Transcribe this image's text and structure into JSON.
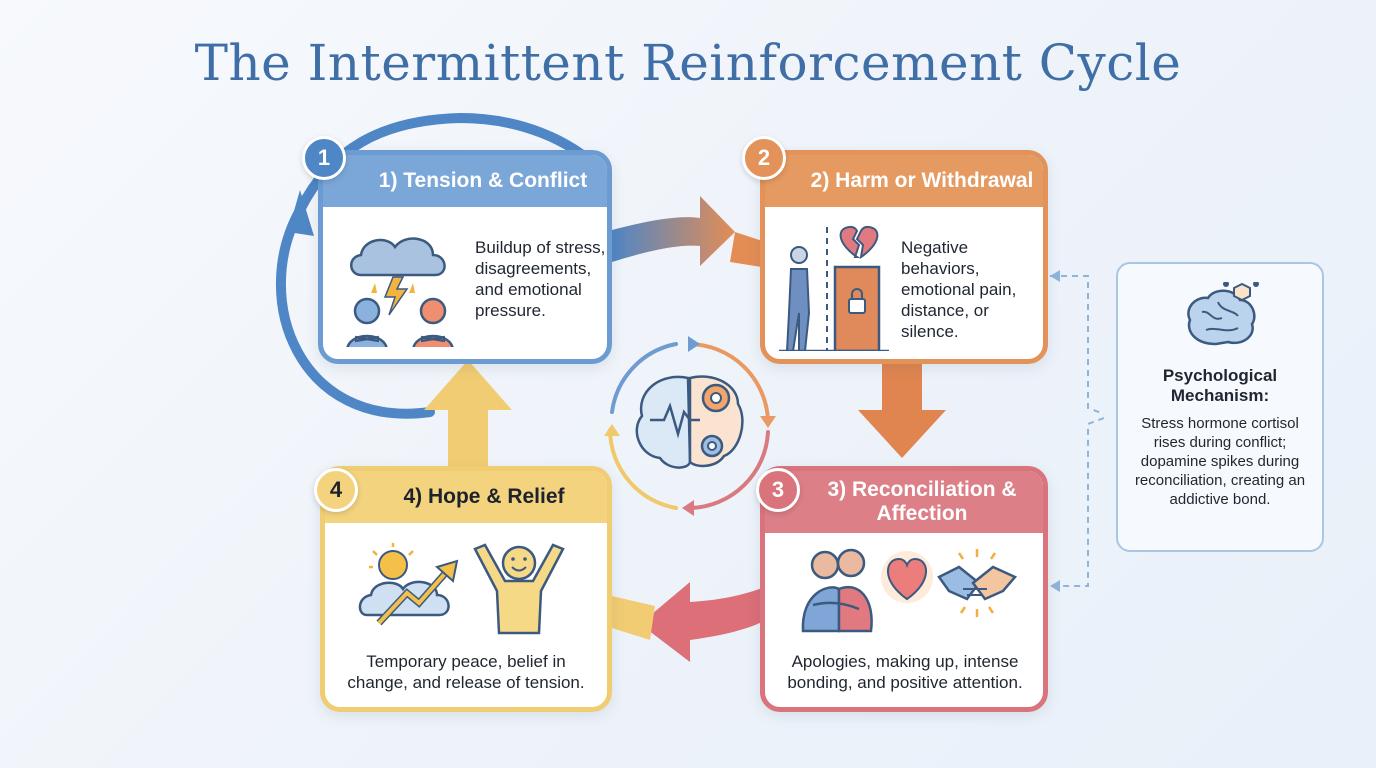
{
  "title": "The Intermittent Reinforcement Cycle",
  "steps": [
    {
      "number": "1",
      "label": "1) Tension & Conflict",
      "description": "Buildup of stress, disagreements, and emotional pressure.",
      "color": "#6b9bd1"
    },
    {
      "number": "2",
      "label": "2) Harm or Withdrawal",
      "description": "Negative behaviors, emotional pain, distance, or silence.",
      "color": "#e3935a"
    },
    {
      "number": "3",
      "label": "3) Reconciliation & Affection",
      "description": "Apologies, making up, intense bonding, and positive attention.",
      "color": "#d9737c"
    },
    {
      "number": "4",
      "label": "4) Hope & Relief",
      "description": "Temporary peace, belief in change, and release of tension.",
      "color": "#f0cd72"
    }
  ],
  "mechanism": {
    "title": "Psychological Mechanism:",
    "text": "Stress hormone cortisol rises during conflict; dopamine spikes during reconciliation, creating an addictive bond."
  },
  "icons": [
    "storm-cloud-icon",
    "arms-crossed-people-icon",
    "broken-heart-icon",
    "locked-door-icon",
    "hugging-people-icon",
    "heart-icon",
    "handshake-icon",
    "sun-cloud-rising-arrow-icon",
    "happy-person-icon",
    "brain-gears-icon",
    "brain-molecule-icon"
  ]
}
